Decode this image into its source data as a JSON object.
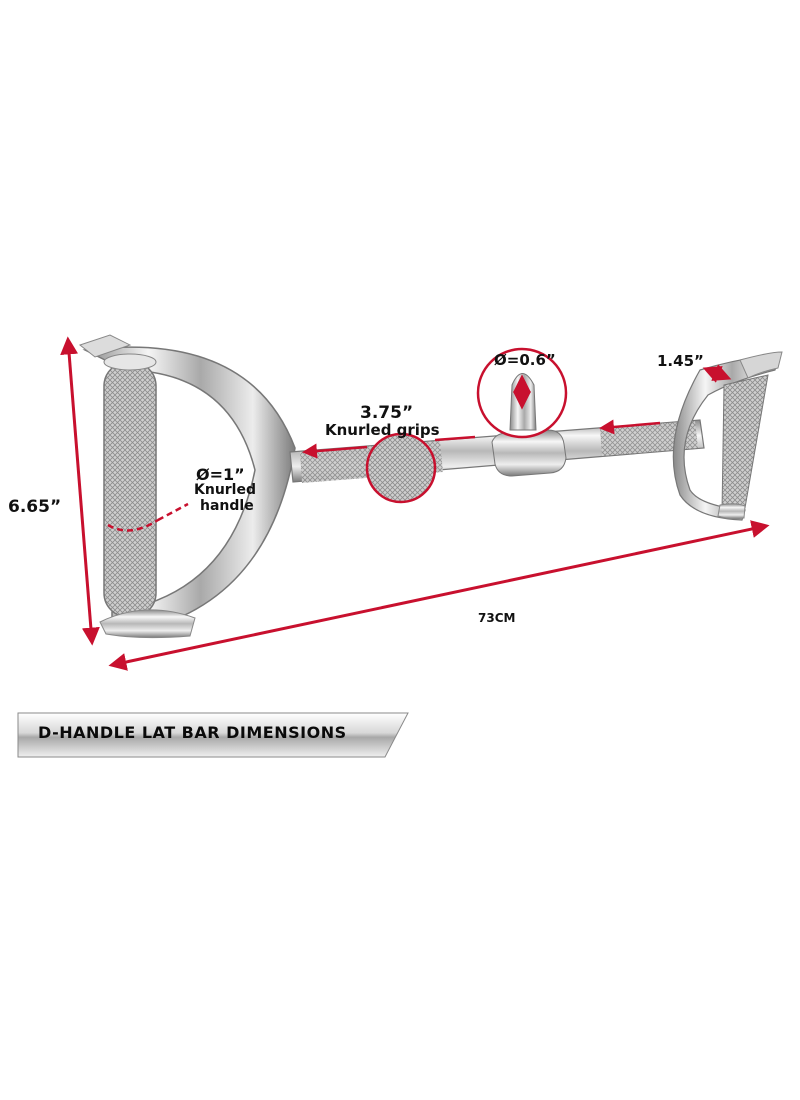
{
  "labels": {
    "height": "6.65”",
    "grip_length": "3.75”",
    "grip_caption": "Knurled grips",
    "handle_diameter": "Ø=1”",
    "handle_caption_1": "Knurled",
    "handle_caption_2": "handle",
    "eye_diameter": "Ø=0.6”",
    "handle_width": "1.45”",
    "length": "73CM"
  },
  "banner": {
    "title": "D-HANDLE LAT BAR  DIMENSIONS"
  },
  "colors": {
    "dimension_line": "#c8102e",
    "chrome_dark": "#6e6e6e",
    "chrome_light": "#f4f4f4"
  }
}
